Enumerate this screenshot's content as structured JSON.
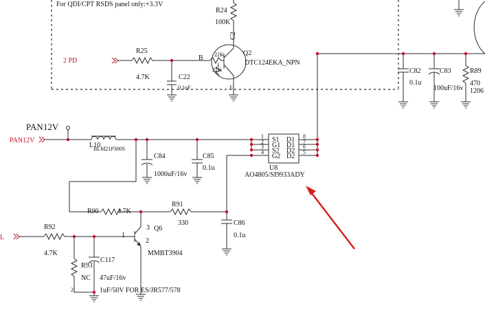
{
  "note": "For QDI/CPT RSDS panel only:+3.3V",
  "net_pd": "2  PD",
  "net_pan12v_label": "PAN12V",
  "net_pan12v_port": "PAN12V",
  "net_left_port": "L",
  "parts": {
    "r24": {
      "ref": "R24",
      "value": "100K"
    },
    "c2": {
      "ref": "C2"
    },
    "r25": {
      "ref": "R25",
      "value": "4.7K"
    },
    "c22": {
      "ref": "C22",
      "value": "0.1uF"
    },
    "q2": {
      "ref": "Q2",
      "value": "DTC124EKA_NPN",
      "pin_b": "B",
      "pin_e": "E",
      "r1": "22K",
      "r2": "22K"
    },
    "c82": {
      "ref": "C82",
      "value": "0.1u"
    },
    "c83": {
      "ref": "C83",
      "value": "100uF/16v"
    },
    "r89": {
      "ref": "R89",
      "value": "470",
      "pkg": "1206"
    },
    "l10": {
      "ref": "L10",
      "value": "BLM21P300S"
    },
    "c84": {
      "ref": "C84",
      "value": "1000uF/16v"
    },
    "c85": {
      "ref": "C85",
      "value": "0.1u"
    },
    "u8": {
      "ref": "U8",
      "value": "AO4805/SI9933ADY",
      "pins_left": [
        "S1",
        "G1",
        "S2",
        "G2"
      ],
      "pins_right": [
        "D1",
        "D1",
        "D2",
        "D2"
      ],
      "nums_left": [
        "1",
        "2",
        "3",
        "4"
      ],
      "nums_right": [
        "8",
        "7",
        "6",
        "5"
      ]
    },
    "r90": {
      "ref": "R90",
      "value": "4.7K"
    },
    "r91": {
      "ref": "R91",
      "value": "330"
    },
    "c86": {
      "ref": "C86",
      "value": "0.1u"
    },
    "q6": {
      "ref": "Q6",
      "value": "MMBT3904",
      "pin1": "1",
      "pin2": "2",
      "pin3": "3"
    },
    "r92": {
      "ref": "R92",
      "value": "4.7K"
    },
    "r93": {
      "ref": "R93",
      "value": "NC"
    },
    "c117": {
      "ref": "C117",
      "value": "47uF/16v"
    }
  },
  "bottom_note": "1uF/50V FOR ES/JR577/578",
  "colors": {
    "wire": "#2a2a2a",
    "junction": "#c2102a",
    "arrow": "#d42020"
  }
}
